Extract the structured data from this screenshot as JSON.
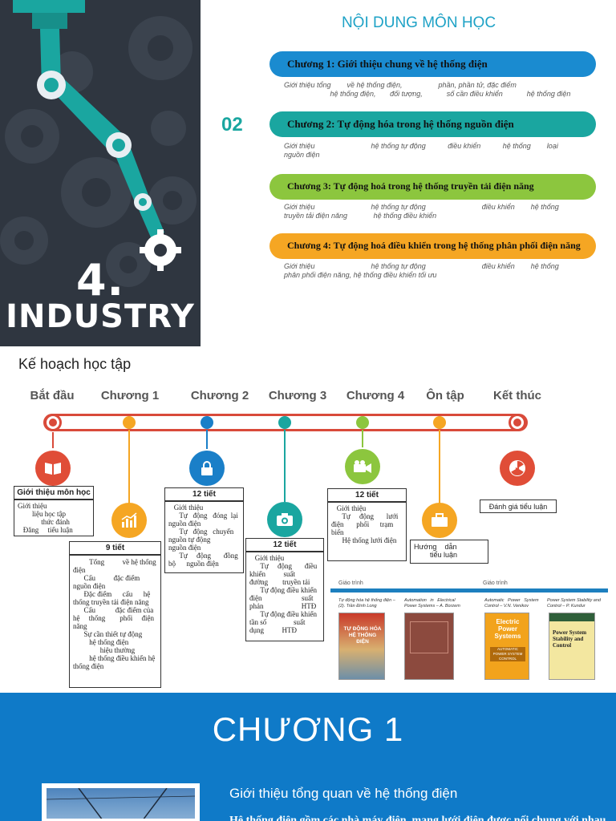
{
  "slide1": {
    "hero": {
      "number": "4.",
      "word": "INDUSTRY"
    },
    "title": "NỘI DUNG MÔN HỌC",
    "section_number": "02",
    "chapters": [
      {
        "label": "Chương 1: Giới thiệu chung về hệ thống điện",
        "color": "#1a8bd0",
        "desc_lines": [
          "Giới thiệu tổng        về hệ thống điện,                  phần, phần tử, đặc điểm",
          "                       hệ thống điện,       đối tượng,            số cần điều khiển            hệ thống điện"
        ]
      },
      {
        "label": "Chương 2: Tự động hóa trong hệ thống nguồn điện",
        "color": "#1aa6a0",
        "desc_lines": [
          "Giới thiệu                            hệ thống tự động           điều khiển           hệ thống        loại",
          "nguồn điện"
        ]
      },
      {
        "label": "Chương 3: Tự động hoá trong hệ thống truyền tải điện năng",
        "color": "#8cc63e",
        "desc_lines": [
          "Giới thiệu                            hệ thống tự động                            điều khiển        hệ thống",
          "truyền tải điện năng             hệ thống điều khiển"
        ]
      },
      {
        "label": "Chương 4: Tự động hoá điều khiển trong hệ thống phân phối điện năng",
        "color": "#f5a623",
        "desc_lines": [
          "Giới thiệu                            hệ thống tự động                            điều khiển        hệ thống",
          "phân phối điện năng, hệ thống điều khiển tối ưu"
        ]
      }
    ]
  },
  "slide2": {
    "title": "Kế hoạch học tập",
    "stages": [
      {
        "label": "Bắt đầu",
        "color": "#d94a3a"
      },
      {
        "label": "Chương 1",
        "color": "#f5a623"
      },
      {
        "label": "Chương 2",
        "color": "#1a7fc8"
      },
      {
        "label": "Chương 3",
        "color": "#1aa6a0"
      },
      {
        "label": "Chương 4",
        "color": "#8cc63e"
      },
      {
        "label": "Ôn tập",
        "color": "#f5a623"
      },
      {
        "label": "Kết thúc",
        "color": "#d94a3a"
      }
    ],
    "icons": {
      "start": "book-icon",
      "ch1": "chart-icon",
      "ch2": "lock-icon",
      "ch3": "camera-icon",
      "ch4": "video-camera-icon",
      "review": "briefcase-icon",
      "end": "radiation-icon"
    },
    "start_box": {
      "head": "Giới thiệu môn học",
      "lines": [
        "Giới thiệu",
        "        liệu học tập",
        "             thức đánh",
        "   Đăng     tiểu luận"
      ]
    },
    "ch1_box": {
      "head": "9 tiết",
      "lines": [
        "         Tổng          về hệ thống",
        "điện",
        "      Cấu          đặc điểm",
        "nguồn điện",
        "      Đặc điểm      cấu      hệ",
        "thống truyền tải điện năng",
        "      Cấu           đặc điểm của",
        "hệ     thống        phối     điện",
        "năng",
        "      Sự cần thiết tự động",
        "         hệ thống điện",
        "               hiệu thường",
        "         hệ thống điều khiển hệ",
        "thống điện"
      ]
    },
    "ch2_box": {
      "head": "12 tiết",
      "lines": [
        "   Giới thiệu",
        "      Tự   động   đóng  lại",
        "nguồn điện",
        "      Tự   động   chuyển",
        "nguồn tự động",
        "nguồn điện",
        "      Tự     động       đồng",
        "bộ      nguồn điện"
      ]
    },
    "ch3_box": {
      "head": "12 tiết",
      "lines": [
        "   Giới thiệu",
        "      Tự     động       điều",
        "khiển          suất",
        "đường        truyền tải",
        "      Tự động điều khiển",
        "điện                      suất",
        "phản                     HTĐ",
        "      Tự động điều khiển",
        "tần số               suất",
        "dụng          HTĐ"
      ]
    },
    "ch4_box": {
      "head": "12 tiết",
      "lines": [
        "   Giới thiệu",
        "      Tự     động       lưới",
        "điện       phối      trạm",
        "biến",
        "      Hệ thống lưới điện"
      ]
    },
    "review_box": {
      "lines": [
        "Hướng    dẫn",
        "        tiểu luận"
      ]
    },
    "end_box": {
      "lines": [
        "Đánh giá tiểu luận"
      ]
    },
    "books_left": {
      "label": "Giáo trình",
      "captions": [
        "Tự động hóa hệ thống điện –",
        "(2). Trần Đình Long",
        "Automation   in   Electrical",
        "Power Systems – A. Borzem"
      ],
      "cover1_title": "TỰ ĐỘNG HÓA HỆ THỐNG ĐIỆN"
    },
    "books_right": {
      "label": "Giáo trình",
      "captions": [
        "Automatic   Power   System",
        "Control – V.N. Venikov",
        "Power System Stability and",
        "Control – P. Kundur"
      ],
      "cover1_title": "Electric Power Systems",
      "cover1_sub": "AUTOMATIC POWER SYSTEM CONTROL",
      "cover2_title": "Power System Stability and Control"
    }
  },
  "slide3": {
    "title": "CHƯƠNG 1",
    "subtitle": "Giới thiệu tổng quan về hệ thống điện",
    "body_line": "Hệ thống điện gồm các nhà máy điện, mạng lưới điện được nối chung với nhau"
  }
}
